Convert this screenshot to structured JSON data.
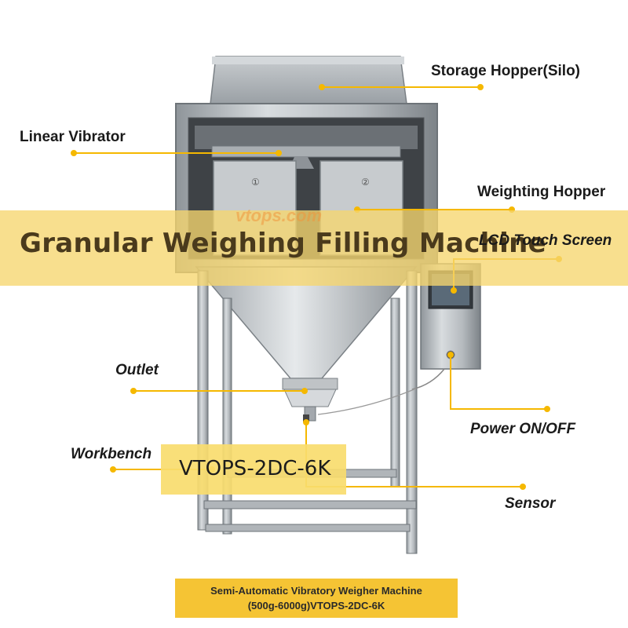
{
  "banner": {
    "title": "Granular Weighing Filling Machine",
    "watermark": "vtops.com"
  },
  "callouts": {
    "storage_hopper": "Storage Hopper(Silo)",
    "linear_vibrator": "Linear Vibrator",
    "weighting_hopper": "Weighting Hopper",
    "lcd_touch_screen": "LCD Touch Screen",
    "outlet": "Outlet",
    "power": "Power ON/OFF",
    "workbench": "Workbench",
    "sensor": "Sensor"
  },
  "model": "VTOPS-2DC-6K",
  "hopper_numbers": [
    "①",
    "②"
  ],
  "caption": {
    "line1": "Semi-Automatic Vibratory Weigher Machine",
    "line2": "(500g-6000g)VTOPS-2DC-6K"
  },
  "colors": {
    "accent": "#f5b800",
    "banner": "#f6d66e",
    "caption_bg": "#f5c434"
  }
}
